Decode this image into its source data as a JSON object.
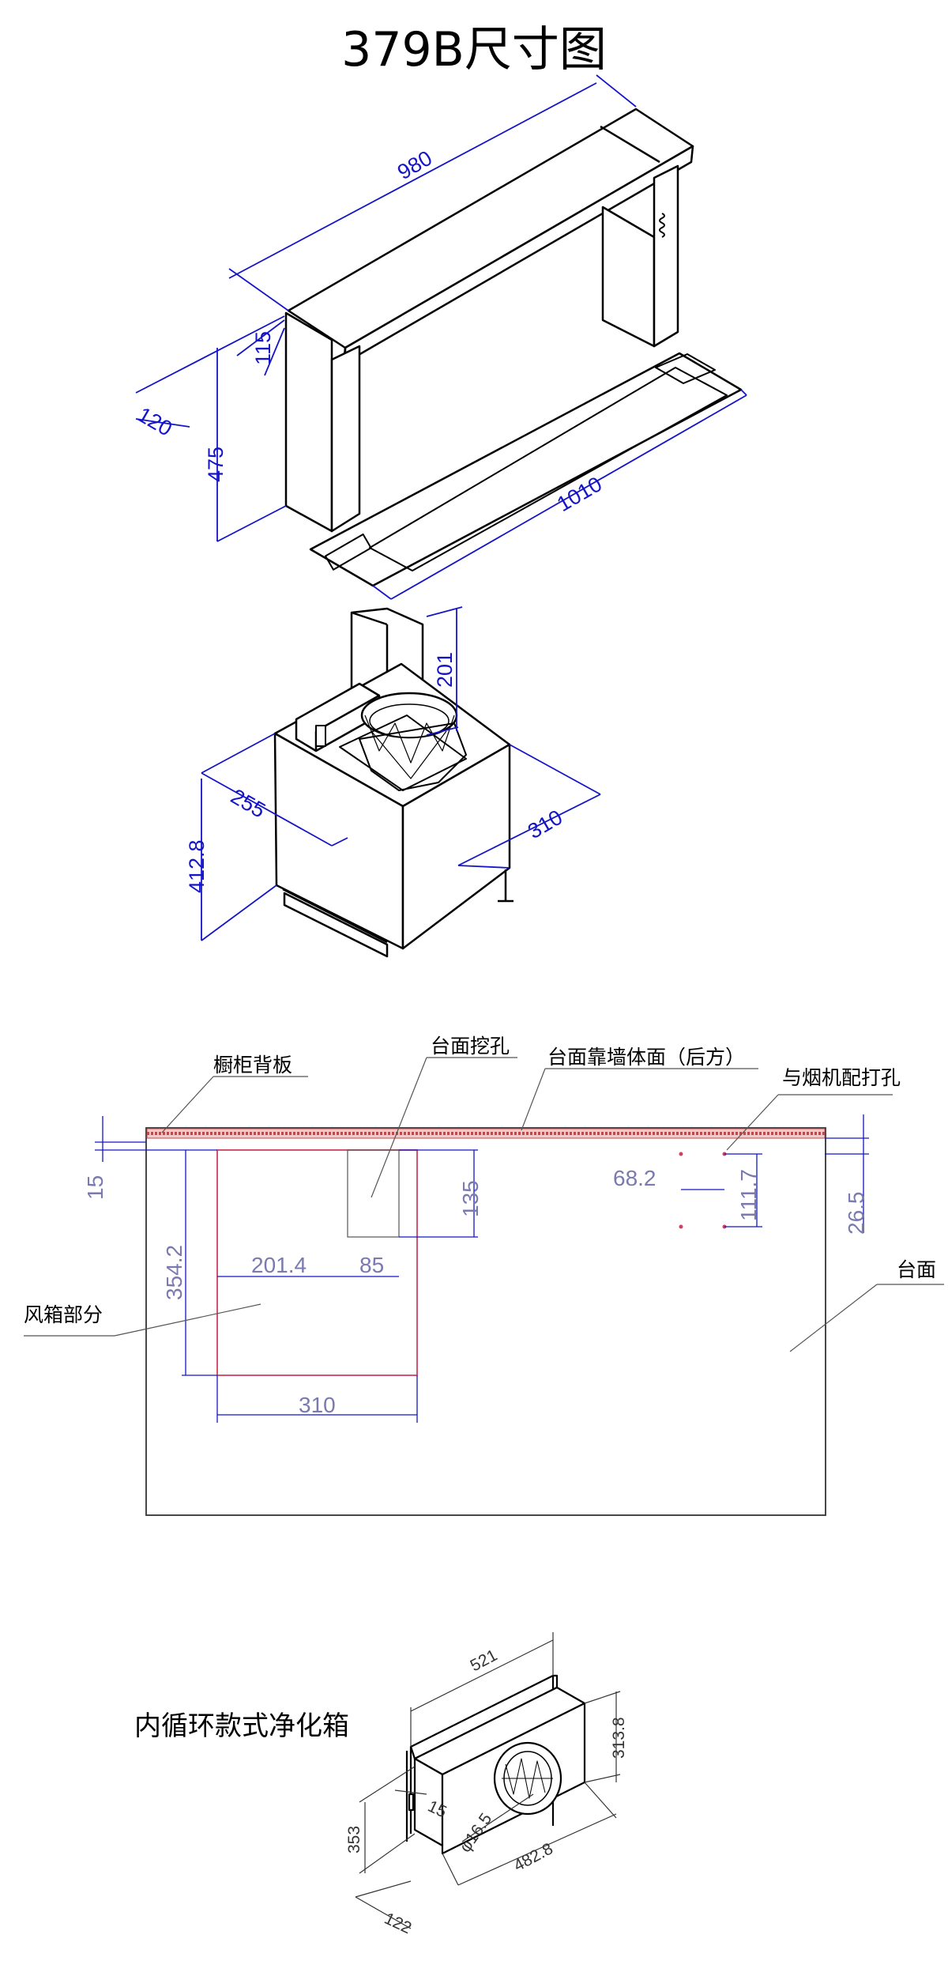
{
  "title": "379B尺寸图",
  "iso_dims": {
    "hood_length": "980",
    "hood_top": "115",
    "hood_depth": "120",
    "hood_height": "475",
    "cutout_length": "1010",
    "duct_height": "201",
    "box_width": "255",
    "box_depth": "310",
    "box_height": "412.8"
  },
  "plan": {
    "labels": {
      "cabinet_back": "橱柜背板",
      "cutout": "台面挖孔",
      "wall_side": "台面靠墙体面（后方）",
      "mount_holes": "与烟机配打孔",
      "fan_box": "风箱部分",
      "countertop": "台面"
    },
    "dims": {
      "d15": "15",
      "d354": "354.2",
      "d201": "201.4",
      "d85": "85",
      "d135": "135",
      "d310": "310",
      "d68": "68.2",
      "d111": "111.7",
      "d26": "26.5"
    }
  },
  "purifier": {
    "title": "内循环款式净化箱",
    "dims": {
      "w521": "521",
      "h313": "313.8",
      "h353": "353",
      "d482": "482.8",
      "d165": "φ16.5",
      "d15": "15",
      "d122": "122"
    }
  }
}
